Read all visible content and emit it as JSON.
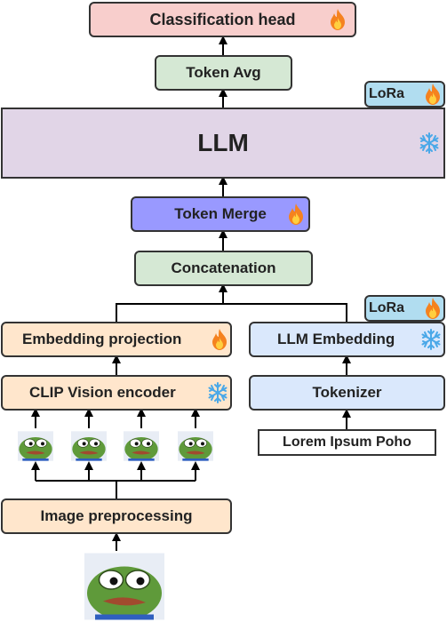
{
  "nodes": {
    "classification_head": "Classification head",
    "token_avg": "Token Avg",
    "llm": "LLM",
    "lora_top": "LoRa",
    "token_merge": "Token Merge",
    "concatenation": "Concatenation",
    "lora_mid": "LoRa",
    "embedding_projection": "Embedding projection",
    "llm_embedding": "LLM Embedding",
    "clip_encoder": "CLIP Vision encoder",
    "tokenizer": "Tokenizer",
    "input_text": "Lorem Ipsum Poho",
    "image_preprocessing": "Image preprocessing"
  },
  "legend_icons": {
    "trainable": "fire-icon",
    "frozen": "snowflake-icon"
  },
  "colors": {
    "classification_head": "#f8cecc",
    "token_avg": "#d5e8d4",
    "llm": "#e1d5e7",
    "lora": "#b1ddf0",
    "token_merge": "#9999ff",
    "concatenation": "#d5e8d4",
    "orange_boxes": "#ffe6cc",
    "blue_boxes": "#dae8fc",
    "input_text": "#ffffff"
  }
}
